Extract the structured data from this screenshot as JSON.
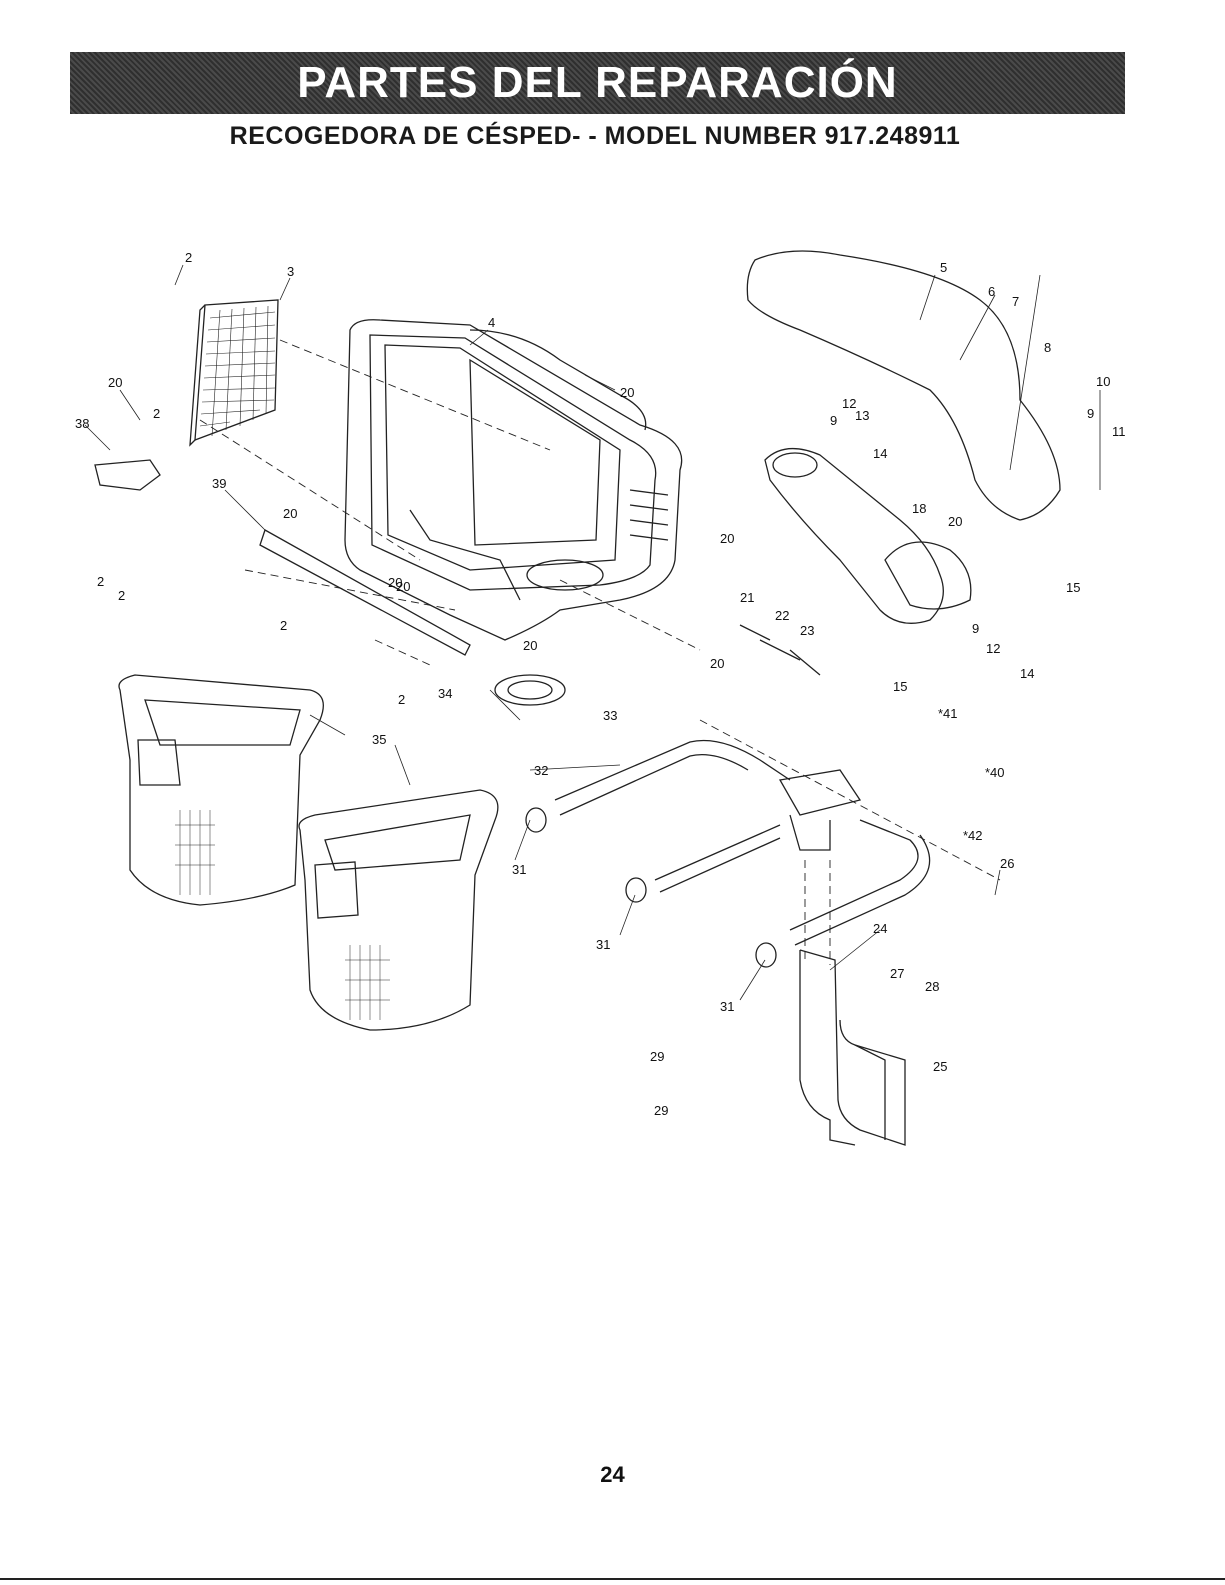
{
  "header": {
    "banner_title": "PARTES DEL REPARACIÓN",
    "subtitle": "RECOGEDORA DE CÉSPED- - MODEL NUMBER 917.248911"
  },
  "callouts": [
    "2",
    "3",
    "4",
    "20",
    "38",
    "39",
    "20",
    "2",
    "2",
    "2",
    "20",
    "2",
    "20",
    "20",
    "5",
    "6",
    "7",
    "8",
    "10",
    "9",
    "11",
    "12",
    "13",
    "9",
    "14",
    "18",
    "20",
    "20",
    "21",
    "22",
    "23",
    "20",
    "15",
    "9",
    "12",
    "15",
    "14",
    "34",
    "33",
    "35",
    "32",
    "*41",
    "*40",
    "*42",
    "26",
    "31",
    "31",
    "31",
    "24",
    "27",
    "28",
    "25",
    "29",
    "29",
    "2",
    "20"
  ],
  "footer": {
    "page_number": "24"
  },
  "colors": {
    "banner_bg": "#3a3a3a",
    "banner_text": "#ffffff",
    "line": "#222222"
  }
}
